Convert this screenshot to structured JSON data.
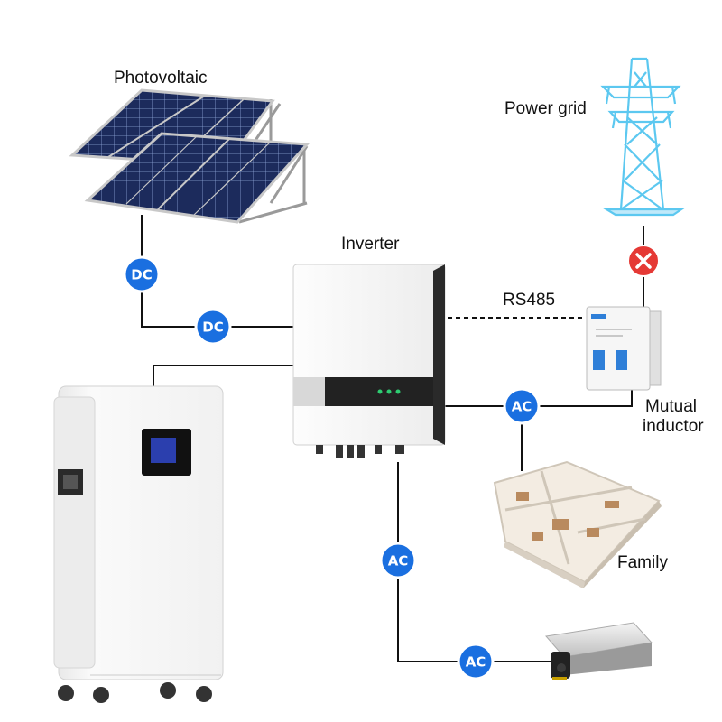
{
  "labels": {
    "photovoltaic": "Photovoltaic",
    "power_grid": "Power grid",
    "inverter": "Inverter",
    "rs485": "RS485",
    "mutual_inductor_line1": "Mutual",
    "mutual_inductor_line2": "inductor",
    "family": "Family"
  },
  "badges": {
    "dc_1": "DC",
    "dc_2": "DC",
    "ac_grid": "AC",
    "ac_load": "AC",
    "ac_camera": "AC"
  },
  "colors": {
    "badge_fill": "#1a6fe0",
    "badge_ring": "#ffffff",
    "wire": "#111111",
    "disconnect": "#e53935",
    "tower": "#5cc8f0",
    "panel": "#1b2a55"
  },
  "icons": {
    "disconnect": "close-icon"
  }
}
